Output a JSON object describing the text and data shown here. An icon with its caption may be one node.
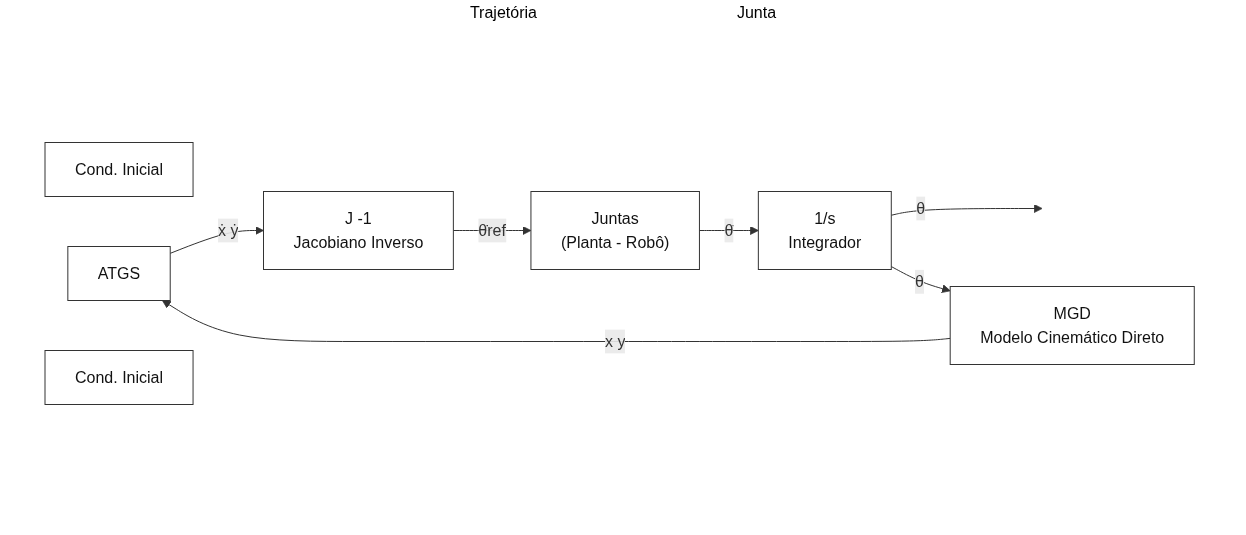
{
  "diagram": {
    "nodes": [
      {
        "text": [
          "Cond. Inicial"
        ]
      },
      {
        "text": [
          "ATGS"
        ]
      },
      {
        "text": [
          "J -1",
          "Jacobiano Inverso"
        ]
      },
      {
        "text": [
          "Juntas",
          "(Planta - Robô)"
        ]
      },
      {
        "text": [
          "Cond. Inicial"
        ]
      },
      {
        "text": [
          "1/s",
          "Integrador"
        ]
      },
      {
        "text": [
          "MGD",
          "Modelo Cinemático Direto"
        ]
      }
    ],
    "edges": [
      {
        "from": 1,
        "to": 2,
        "arrow": "to",
        "label": "ẋ ẏ"
      },
      {
        "from": 2,
        "to": 3,
        "arrow": "to",
        "label": "θ̇ref"
      },
      {
        "from": 3,
        "to": 5,
        "arrow": "to",
        "label": "θ̇"
      },
      {
        "from": 5,
        "to": null,
        "arrow": "to",
        "label": "θ"
      },
      {
        "from": 5,
        "to": 6,
        "arrow": "to",
        "label": "θ"
      },
      {
        "from": 6,
        "to": 1,
        "arrow": "to",
        "label": "x y"
      }
    ],
    "labels": [
      "Trajetória",
      "Junta"
    ]
  }
}
